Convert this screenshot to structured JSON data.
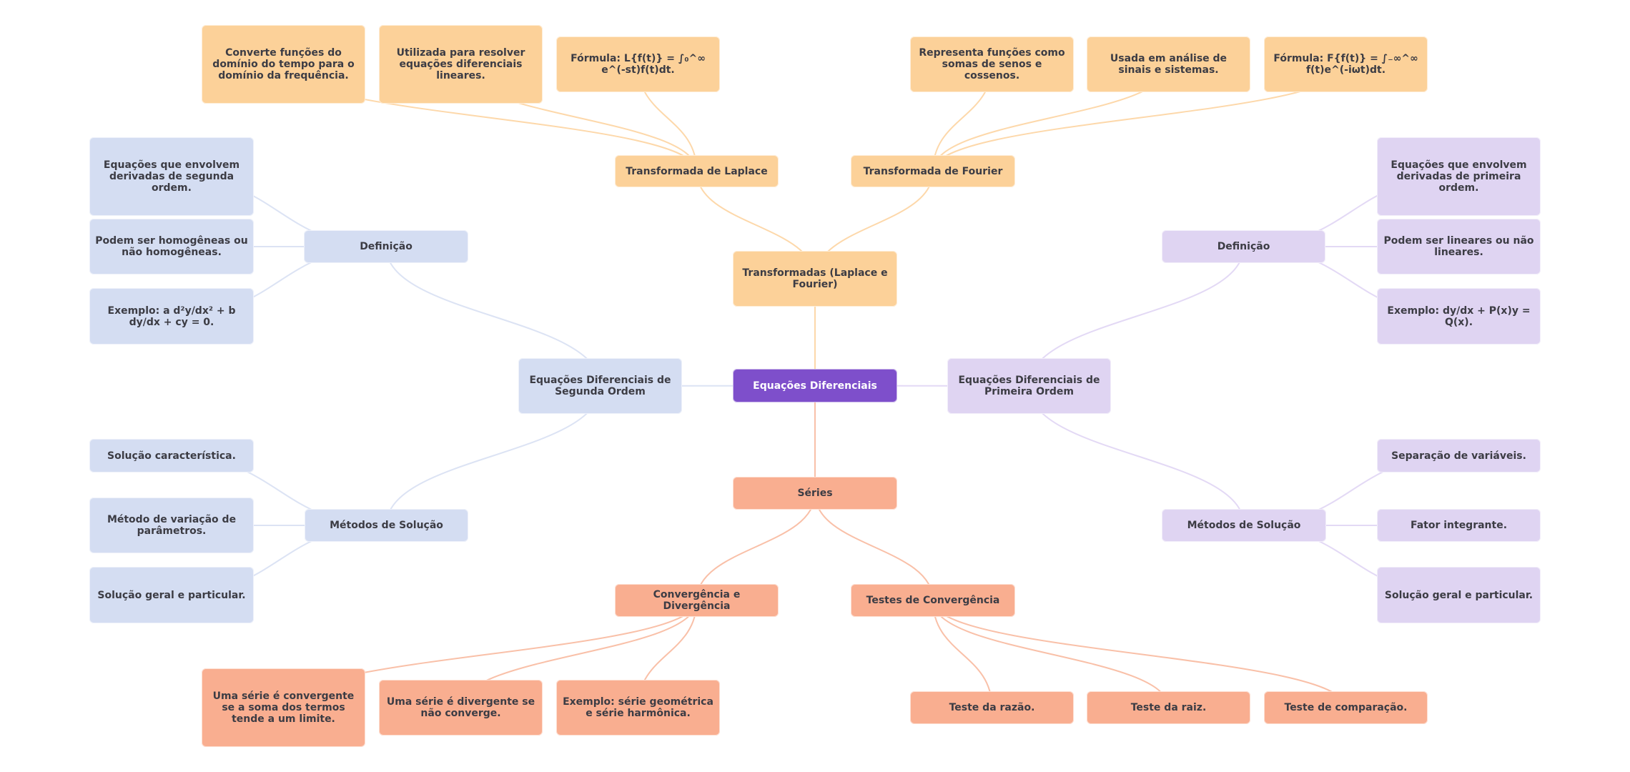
{
  "mindmap": {
    "root": {
      "label": "Equações Diferenciais",
      "color": "#7e4fcb"
    },
    "branches": {
      "transforms": {
        "label": "Transformadas (Laplace e Fourier)",
        "color": "#fcd199",
        "laplace": {
          "label": "Transformada de Laplace",
          "items": [
            "Converte funções do domínio do tempo para o domínio da frequência.",
            "Utilizada para resolver equações diferenciais lineares.",
            "Fórmula: L{f(t)} = ∫₀^∞ e^(-st)f(t)dt."
          ]
        },
        "fourier": {
          "label": "Transformada de Fourier",
          "items": [
            "Representa funções como somas de senos e cossenos.",
            "Usada em análise de sinais e sistemas.",
            "Fórmula: F{f(t)} = ∫₋∞^∞ f(t)e^(-iωt)dt."
          ]
        }
      },
      "series": {
        "label": "Séries",
        "color": "#f9ae90",
        "convergence": {
          "label": "Convergência e Divergência",
          "items": [
            "Uma série é convergente se a soma dos termos tende a um limite.",
            "Uma série é divergente se não converge.",
            "Exemplo: série geométrica e série harmônica."
          ]
        },
        "tests": {
          "label": "Testes de Convergência",
          "items": [
            "Teste da razão.",
            "Teste da raiz.",
            "Teste de comparação."
          ]
        }
      },
      "second_order": {
        "label": "Equações Diferenciais de Segunda Ordem",
        "color": "#d4ddf2",
        "definition": {
          "label": "Definição",
          "items": [
            "Equações que envolvem derivadas de segunda ordem.",
            "Podem ser homogêneas ou não homogêneas.",
            "Exemplo: a d²y/dx² + b dy/dx + cy = 0."
          ]
        },
        "methods": {
          "label": "Métodos de Solução",
          "items": [
            "Solução característica.",
            "Método de variação de parâmetros.",
            "Solução geral e particular."
          ]
        }
      },
      "first_order": {
        "label": "Equações Diferenciais de Primeira Ordem",
        "color": "#dfd4f2",
        "definition": {
          "label": "Definição",
          "items": [
            "Equações que envolvem derivadas de primeira ordem.",
            "Podem ser lineares ou não lineares.",
            "Exemplo: dy/dx + P(x)y = Q(x)."
          ]
        },
        "methods": {
          "label": "Métodos de Solução",
          "items": [
            "Separação de variáveis.",
            "Fator integrante.",
            "Solução geral e particular."
          ]
        }
      }
    },
    "edge_colors": {
      "transforms": "#fdd8aa",
      "series": "#f9c0a8",
      "second_order": "#dce3f4",
      "first_order": "#e3d9f5"
    }
  }
}
